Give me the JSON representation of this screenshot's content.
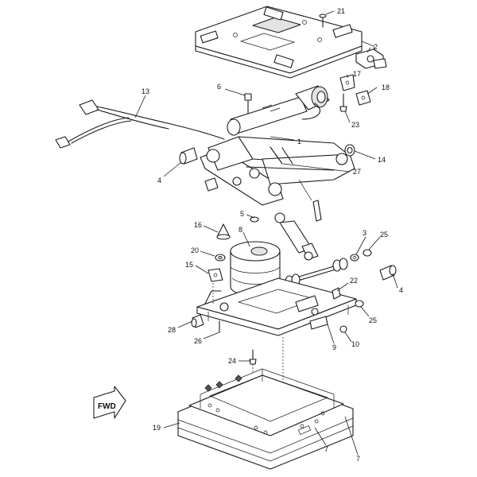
{
  "diagram": {
    "direction_badge": "FWD",
    "callouts": [
      "21",
      "2",
      "17",
      "18",
      "23",
      "6",
      "13",
      "1",
      "14",
      "27",
      "4",
      "5",
      "16",
      "8",
      "3",
      "25",
      "20",
      "15",
      "22",
      "28",
      "26",
      "9",
      "10",
      "24",
      "19",
      "7"
    ]
  }
}
